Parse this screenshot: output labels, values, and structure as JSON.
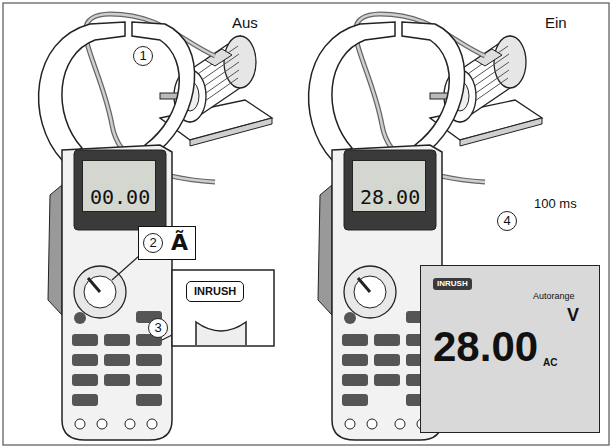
{
  "diagram": {
    "nodes": [
      {
        "text": [
          "00.00"
        ]
      },
      {
        "text": [
          "Ã"
        ]
      },
      {
        "text": [
          "INRUSH"
        ]
      },
      {
        "text": [
          "28.00"
        ]
      },
      {
        "text": [
          "INRUSH",
          "Autorange",
          "28.00",
          "AC",
          "V"
        ]
      }
    ],
    "labels": [
      "1",
      "Aus",
      "2",
      "3",
      "Ein",
      "100 ms",
      "4"
    ]
  }
}
